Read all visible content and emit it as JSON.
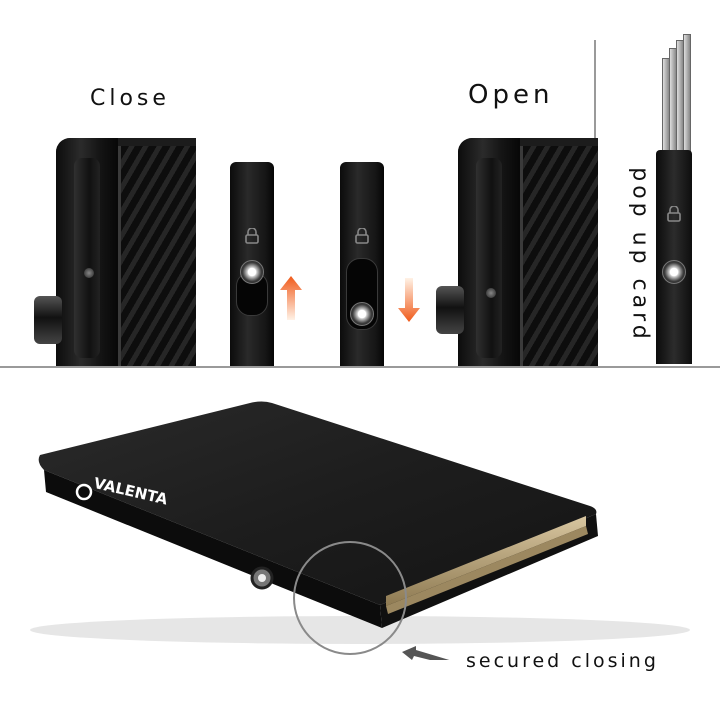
{
  "labels": {
    "close": "Close",
    "open": "Open",
    "popup": "pop up card",
    "secured": "secured closing"
  },
  "brand": {
    "name": "VALENTA"
  },
  "colors": {
    "wallet": "#1a1a1a",
    "arrow": "#f05a1a",
    "divider": "#9a9a9a",
    "cards": "#c2a977"
  },
  "icons": [
    "lock-icon",
    "heart-button-icon",
    "up-arrow-icon",
    "down-arrow-icon",
    "valenta-logo-icon"
  ]
}
